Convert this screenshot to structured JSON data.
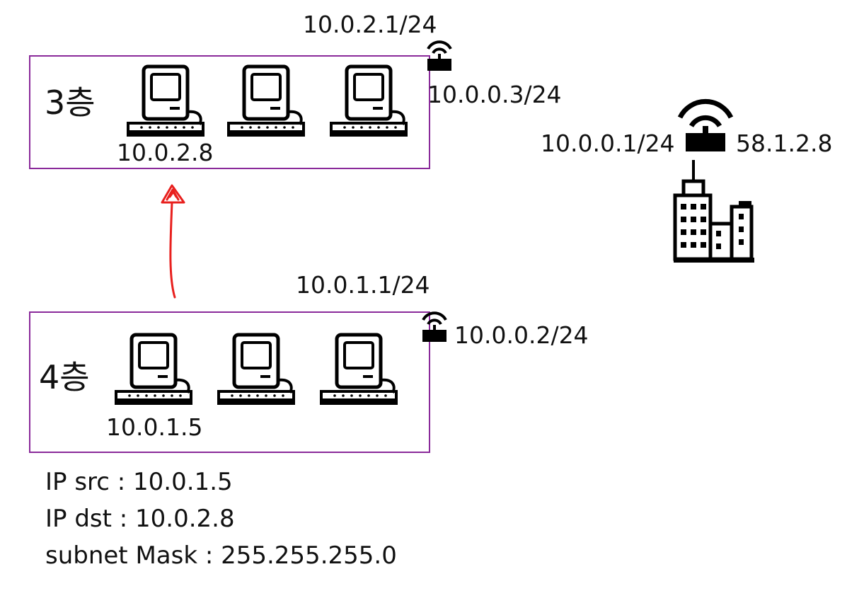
{
  "floors": {
    "floor3": {
      "label": "3층",
      "router_lan_ip": "10.0.2.1/24",
      "router_wan_ip": "10.0.0.3/24",
      "host_ip": "10.0.2.8"
    },
    "floor4": {
      "label": "4층",
      "router_lan_ip": "10.0.1.1/24",
      "router_wan_ip": "10.0.0.2/24",
      "host_ip": "10.0.1.5"
    }
  },
  "gateway": {
    "inside_ip": "10.0.0.1/24",
    "outside_ip": "58.1.2.8"
  },
  "packet": {
    "src_line": "IP src : 10.0.1.5",
    "dst_line": "IP dst : 10.0.2.8",
    "mask_line": "subnet Mask : 255.255.255.0"
  },
  "colors": {
    "box_border": "#8a2a9a",
    "arrow": "#e8201e",
    "icon": "#000000"
  },
  "icons": [
    "computer-icon",
    "wifi-router-icon",
    "building-icon"
  ]
}
